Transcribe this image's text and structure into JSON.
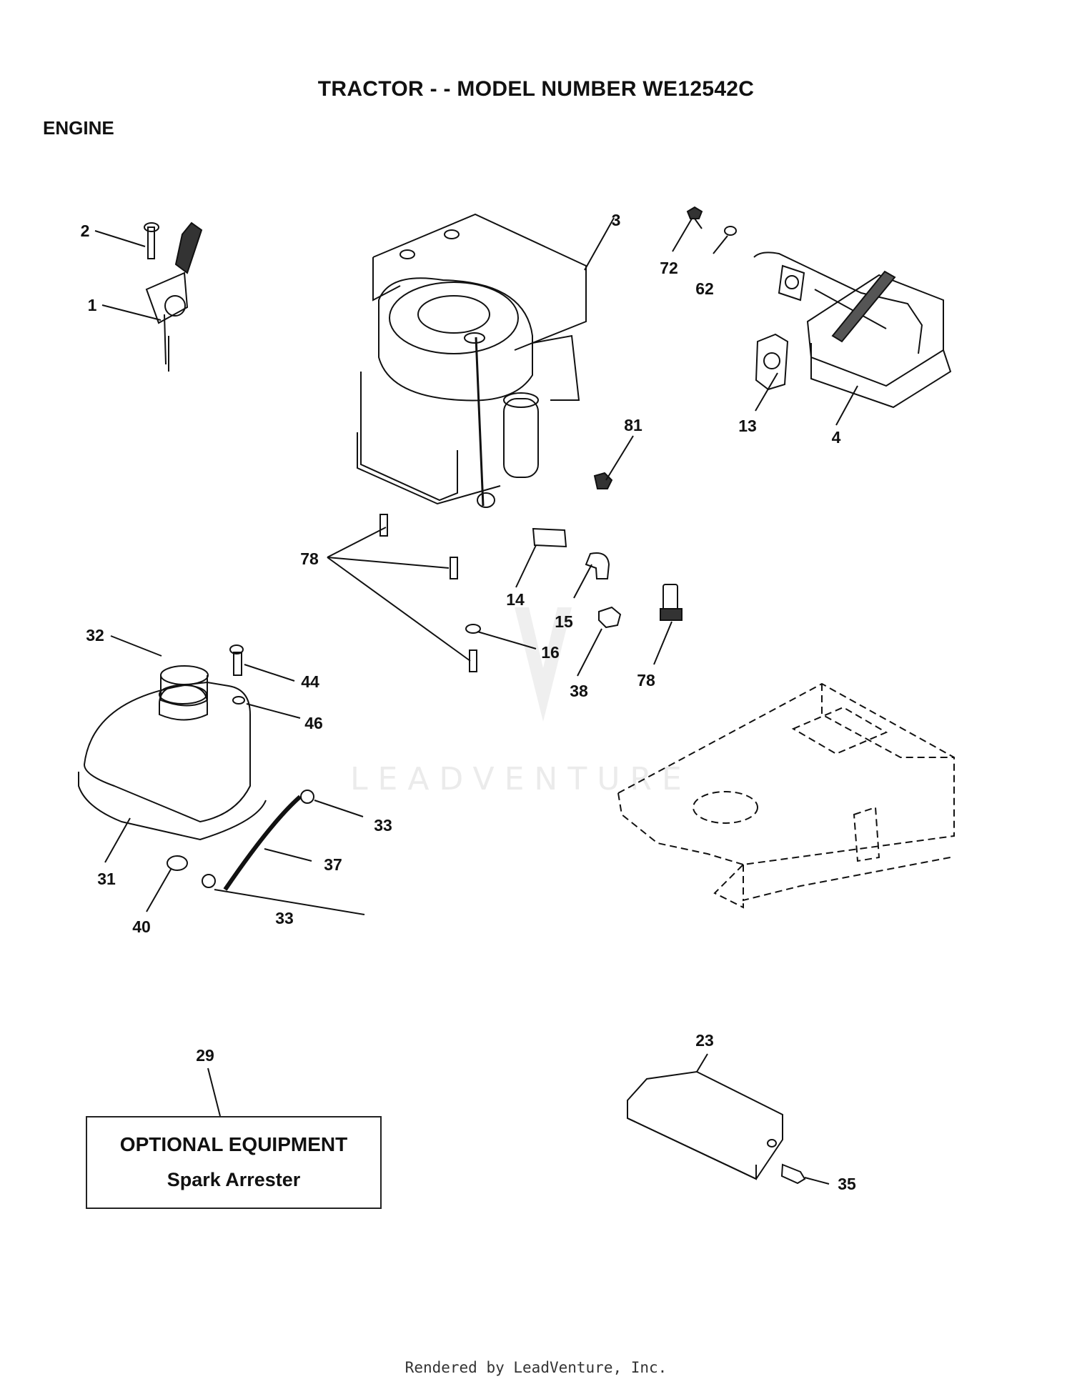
{
  "header": {
    "title": "TRACTOR - - MODEL NUMBER WE12542C",
    "section": "ENGINE"
  },
  "callouts": [
    "1",
    "2",
    "3",
    "4",
    "13",
    "14",
    "15",
    "16",
    "23",
    "29",
    "31",
    "32",
    "33",
    "33",
    "35",
    "37",
    "38",
    "40",
    "44",
    "46",
    "62",
    "72",
    "78",
    "78",
    "81"
  ],
  "optional_box": {
    "heading": "OPTIONAL EQUIPMENT",
    "item": "Spark Arrester"
  },
  "watermark": "LEADVENTURE",
  "footer": "Rendered by LeadVenture, Inc."
}
